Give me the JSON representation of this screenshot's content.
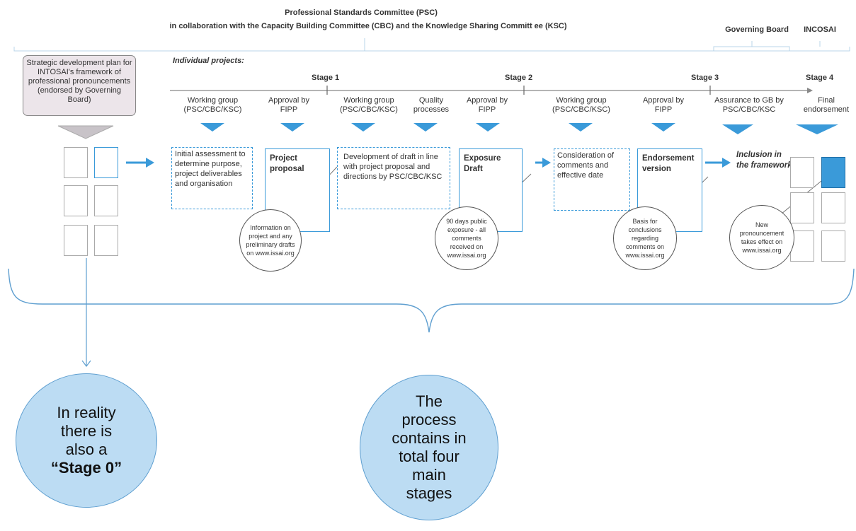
{
  "header": {
    "line1": "Professional Standards Committee (PSC)",
    "line2": "in collaboration with the Capacity Building Committee (CBC)  and the Knowledge Sharing Committ ee (KSC)",
    "governing_board": "Governing Board",
    "incosai": "INCOSAI"
  },
  "plan_box": {
    "text": "Strategic development plan for INTOSAI's framework of professional pronouncements (endorsed by Governing Board)"
  },
  "individual_projects": "Individual projects:",
  "stages": [
    "Stage 1",
    "Stage 2",
    "Stage 3",
    "Stage 4"
  ],
  "actors": [
    "Working group (PSC/CBC/KSC)",
    "Approval by FIPP",
    "Working group (PSC/CBC/KSC)",
    "Quality processes",
    "Approval by FIPP",
    "Working group (PSC/CBC/KSC)",
    "Approval by FIPP",
    "Assurance to GB by PSC/CBC/KSC",
    "Final endorsement"
  ],
  "steps": {
    "initial_assessment": "Initial assessment to determine purpose, project deliverables and organisation",
    "project_proposal": "Project proposal",
    "development": "Development of draft in line  with project proposal and directions by PSC/CBC/KSC",
    "exposure_draft": "Exposure Draft",
    "consideration": "Consideration of comments and effective date",
    "endorsement_version": "Endorsement version",
    "inclusion": "Inclusion in the framework"
  },
  "callouts": {
    "c1": "Information on project and any preliminary drafts on www.issai.org",
    "c2": "90 days public exposure - all comments received on www.issai.org",
    "c3": "Basis for conclusions regarding comments on www.issai.org",
    "c4": "New pronouncement takes effect on www.issai.org"
  },
  "bubbles": {
    "left_prefix": "In reality there is also a",
    "left_bold": "“Stage 0”",
    "right": "The process contains in total four main stages"
  },
  "colors": {
    "accent_blue": "#3a9ad9",
    "bubble_fill": "#bcdcf3",
    "plan_fill": "#ece5ea"
  }
}
